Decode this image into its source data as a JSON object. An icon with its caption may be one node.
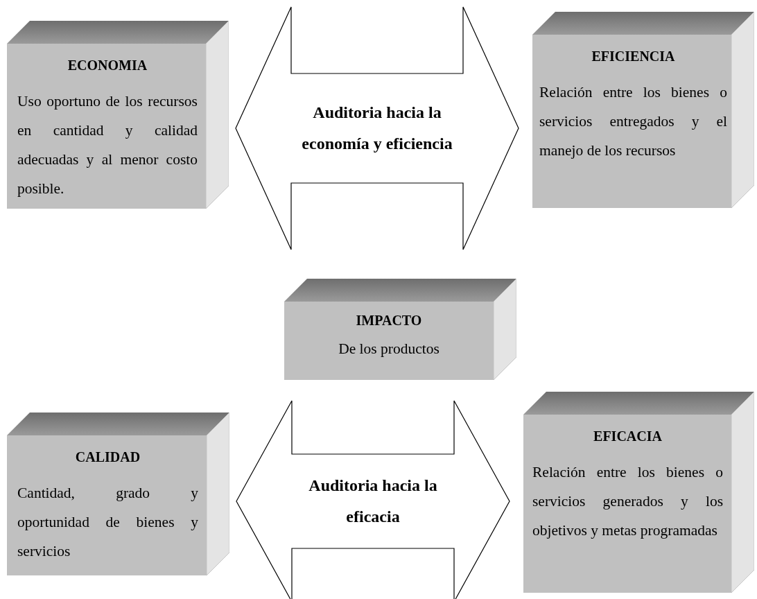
{
  "diagram": {
    "nodes": [
      {
        "text": [
          "ECONOMIA",
          "Uso oportuno de los recursos en cantidad y calidad adecuadas y al menor costo posible."
        ]
      },
      {
        "text": [
          "EFICIENCIA",
          "Relación entre los bienes o servicios entregados y el manejo de los recursos"
        ]
      },
      {
        "text": [
          "IMPACTO",
          "De los productos"
        ]
      },
      {
        "text": [
          "CALIDAD",
          "Cantidad, grado y oportunidad de bienes y servicios"
        ]
      },
      {
        "text": [
          "EFICACIA",
          "Relación entre los bienes o servicios generados y los objetivos y metas programadas"
        ]
      }
    ],
    "edges": [
      {
        "from": 0,
        "to": 1,
        "arrow": "both",
        "label": "Auditoria hacia la economía y eficiencia"
      },
      {
        "from": 3,
        "to": 4,
        "arrow": "both",
        "label": "Auditoria hacia la eficacia"
      }
    ]
  }
}
